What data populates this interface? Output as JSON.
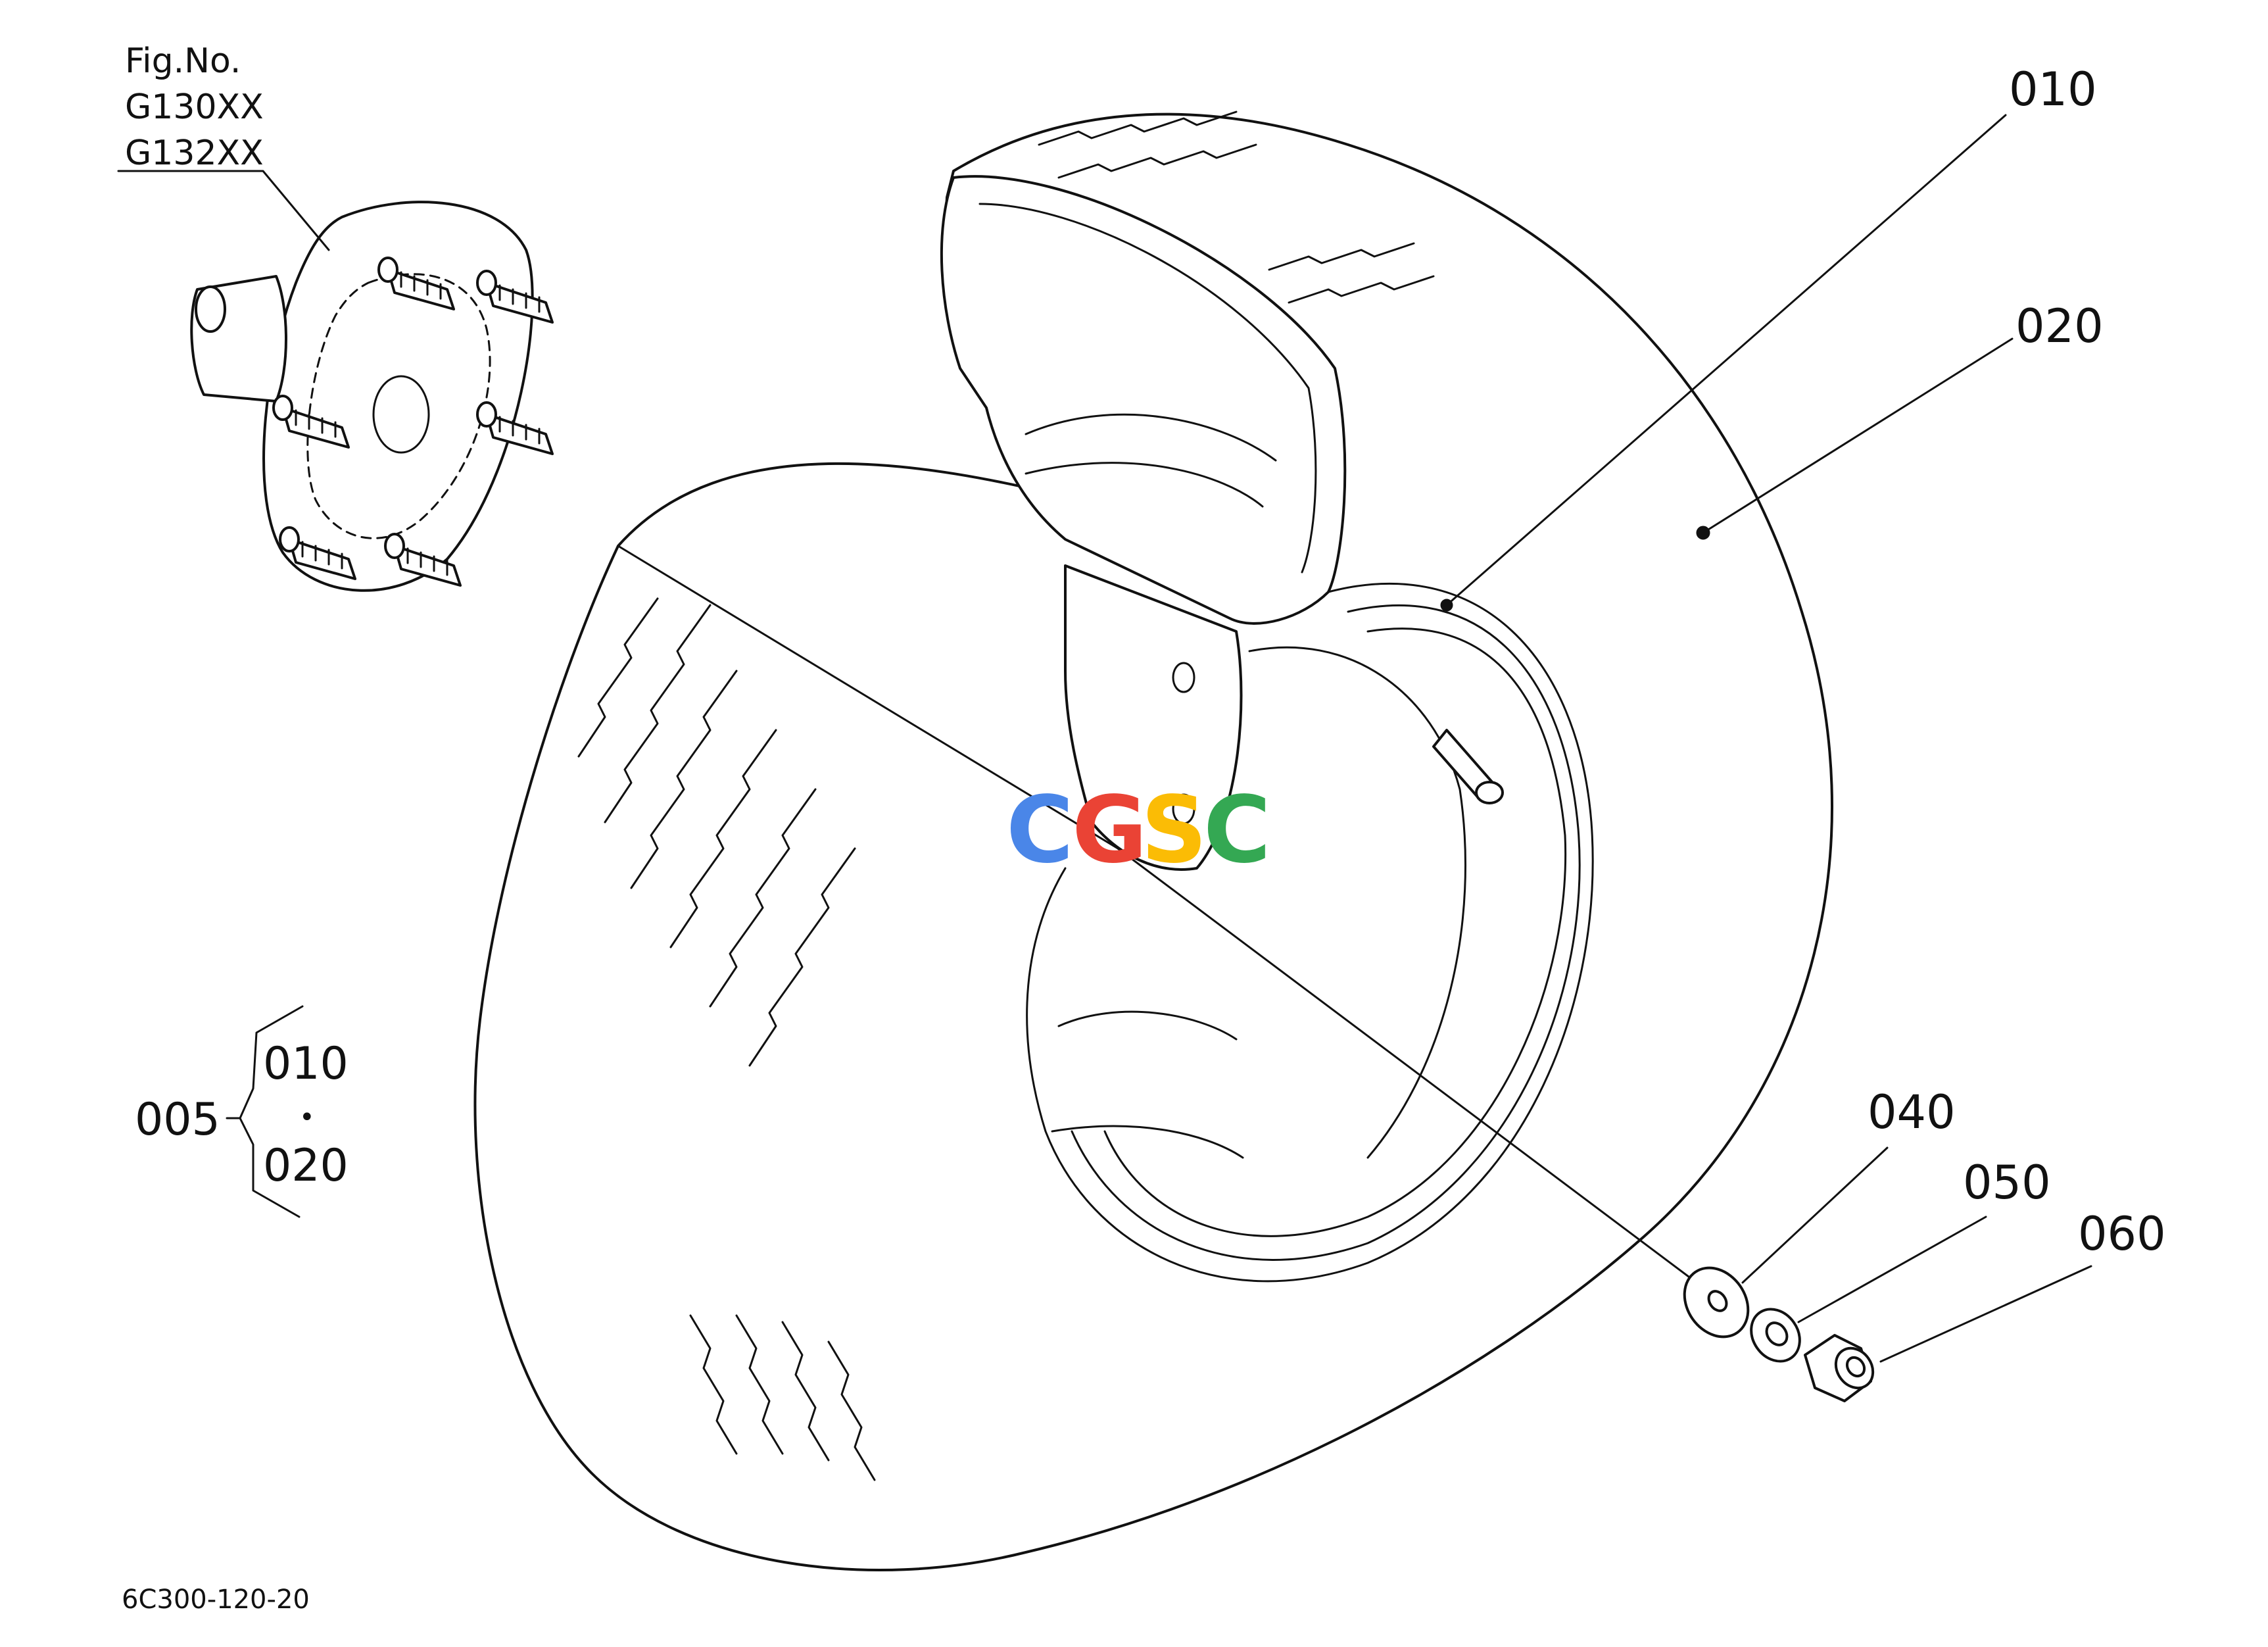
{
  "fig_header": {
    "label": "Fig.No.",
    "codes": [
      "G130XX",
      "G132XX"
    ]
  },
  "callouts": [
    {
      "id": "010",
      "text": "010"
    },
    {
      "id": "020",
      "text": "020"
    },
    {
      "id": "040",
      "text": "040"
    },
    {
      "id": "050",
      "text": "050"
    },
    {
      "id": "060",
      "text": "060"
    }
  ],
  "assembly": {
    "parent": "005",
    "children": [
      "010",
      "020"
    ],
    "separator": "•"
  },
  "drawing_number": "6C300-120-20",
  "watermark": {
    "letters": [
      "C",
      "G",
      "S",
      "C"
    ],
    "colors": [
      "#4a86e8",
      "#ea4335",
      "#fbbc05",
      "#34a853"
    ]
  }
}
